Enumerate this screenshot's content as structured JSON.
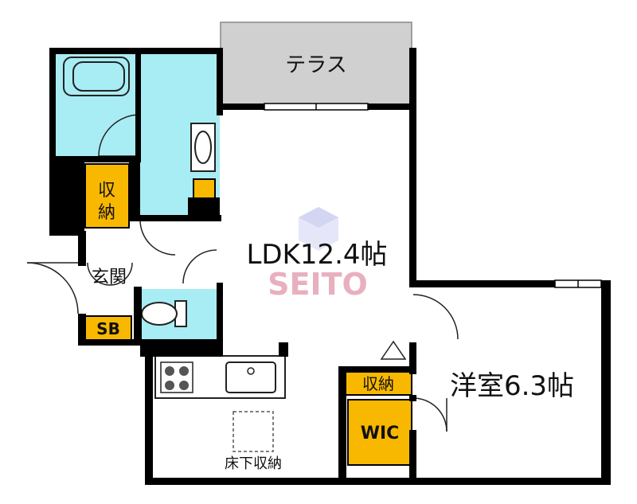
{
  "labels": {
    "terrace": "テラス",
    "storage_top_1": "収",
    "storage_top_2": "納",
    "entrance": "玄関",
    "shoe_box": "SB",
    "ldk": "LDK12.4帖",
    "western_room": "洋室6.3帖",
    "storage_right": "収納",
    "wic": "WIC",
    "underfloor_storage": "床下収納"
  },
  "watermark": {
    "text": "SEITO"
  },
  "colors": {
    "wall": "#000000",
    "water_area": "#a8ecf4",
    "storage": "#f9b800",
    "terrace": "#d0d0d0",
    "floor": "#ffffff",
    "watermark": "#e5a3b4"
  }
}
